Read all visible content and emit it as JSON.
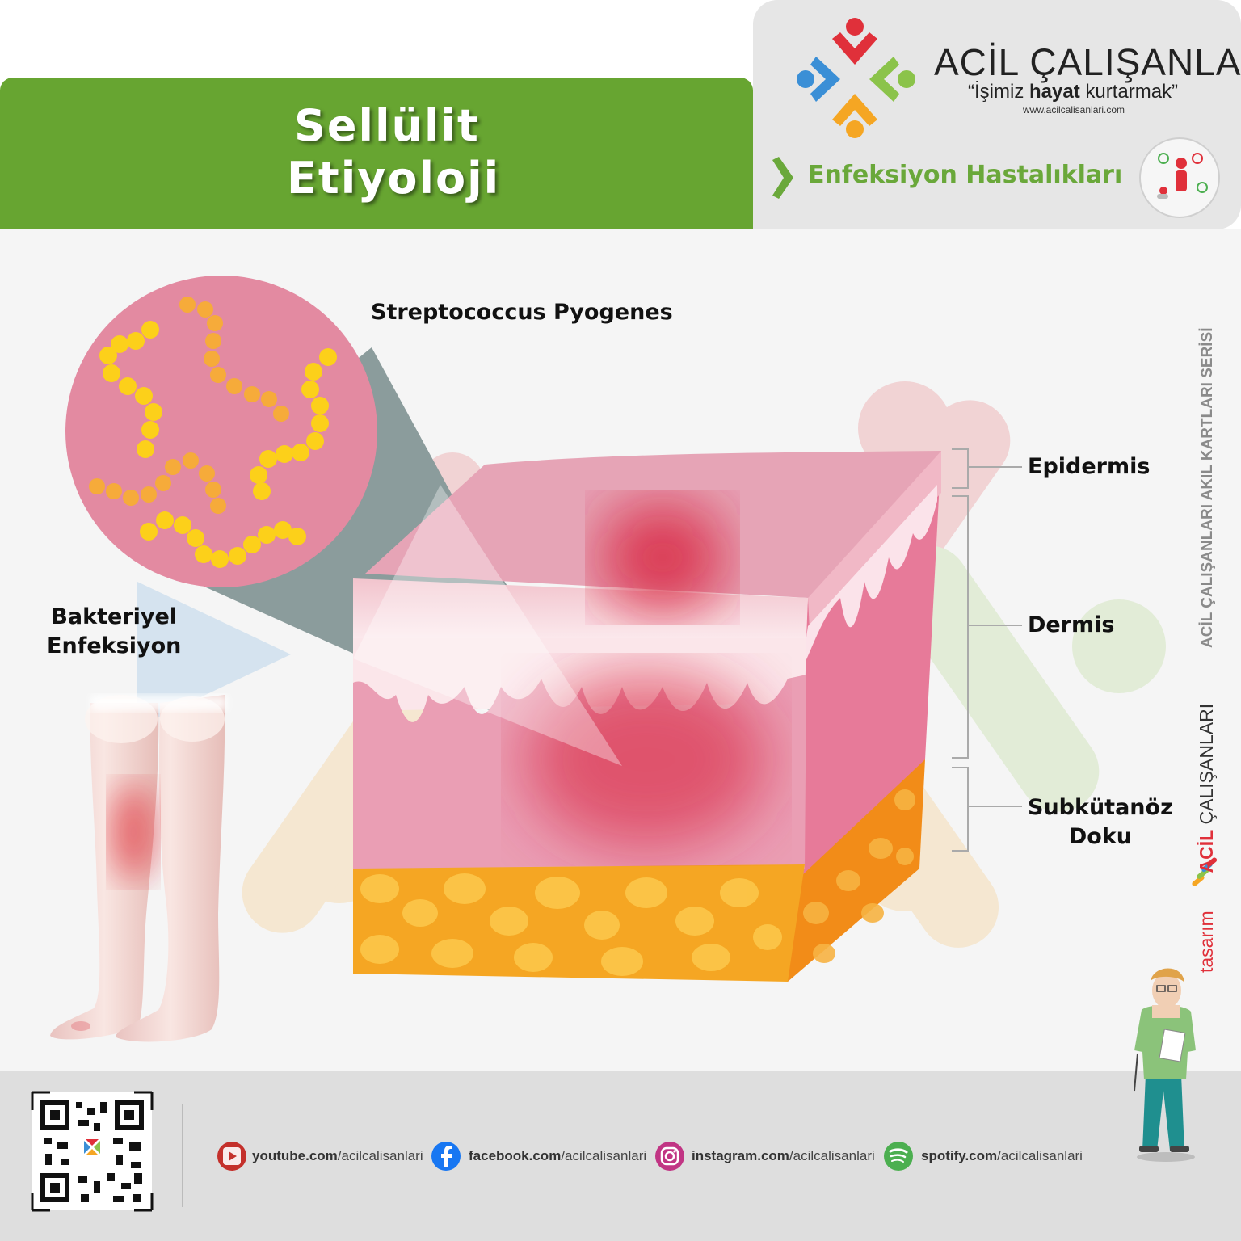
{
  "header": {
    "title_line1": "Sellülit",
    "title_line2": "Etiyoloji",
    "brand_name": "ACİL ÇALIŞANLARI",
    "slogan_pre": "“İşimiz ",
    "slogan_bold": "hayat",
    "slogan_post": " kurtarmak”",
    "url": "www.acilcalisanlari.com",
    "category": "Enfeksiyon Hastalıkları"
  },
  "diagram": {
    "bacteria_label": "Streptococcus Pyogenes",
    "infection_label_line1": "Bakteriyel",
    "infection_label_line2": "Enfeksiyon",
    "layers": [
      {
        "name": "Epidermis"
      },
      {
        "name": "Dermis"
      },
      {
        "name_line1": "Subkütanöz",
        "name_line2": "Doku"
      }
    ]
  },
  "side": {
    "series": "ACİL ÇALIŞANLARI AKIL KARTLARI SERİSİ",
    "design_word": "tasarım",
    "design_brand_acil": "ACİL",
    "design_brand_rest": " ÇALIŞANLARI"
  },
  "footer": {
    "links": [
      {
        "domain": "youtube.com",
        "path": "/acilcalisanlari",
        "icon": "youtube-icon"
      },
      {
        "domain": "facebook.com",
        "path": "/acilcalisanlari",
        "icon": "facebook-icon"
      },
      {
        "domain": "instagram.com",
        "path": "/acilcalisanlari",
        "icon": "instagram-icon"
      },
      {
        "domain": "spotify.com",
        "path": "/acilcalisanlari",
        "icon": "spotify-icon"
      }
    ]
  },
  "colors": {
    "banner_green": "#67a531",
    "accent_red": "#e0303a",
    "skin_pink": "#e8899d",
    "fat_orange": "#f5a623",
    "bacteria_yellow": "#fcd01a"
  }
}
